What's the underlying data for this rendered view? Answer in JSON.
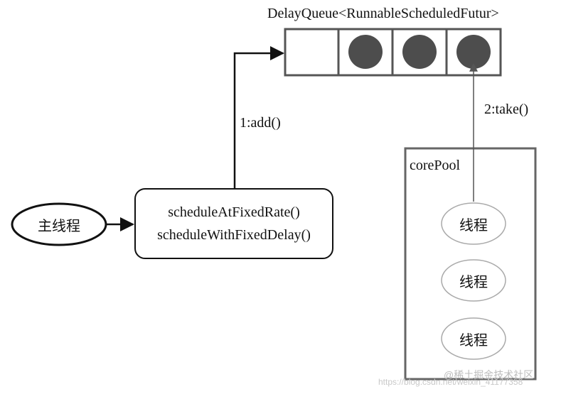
{
  "queue": {
    "label": "DelayQueue<RunnableScheduledFutur>",
    "slots": [
      {
        "filled": false
      },
      {
        "filled": true
      },
      {
        "filled": true
      },
      {
        "filled": true
      }
    ]
  },
  "main_thread": {
    "label": "主线程"
  },
  "scheduler": {
    "line1": "scheduleAtFixedRate()",
    "line2": "scheduleWithFixedDelay()"
  },
  "edges": {
    "add_label": "1:add()",
    "take_label": "2:take()"
  },
  "core_pool": {
    "label": "corePool",
    "threads": [
      "线程",
      "线程",
      "线程"
    ]
  },
  "watermark": {
    "text1": "https://blog.csdn.net/weixin_41177358",
    "text2": "@稀土掘金技术社区"
  },
  "colors": {
    "ink": "#111111",
    "box_border": "#555555",
    "filled_circle": "#4d4d4d",
    "thread_border": "#aaaaaa"
  }
}
